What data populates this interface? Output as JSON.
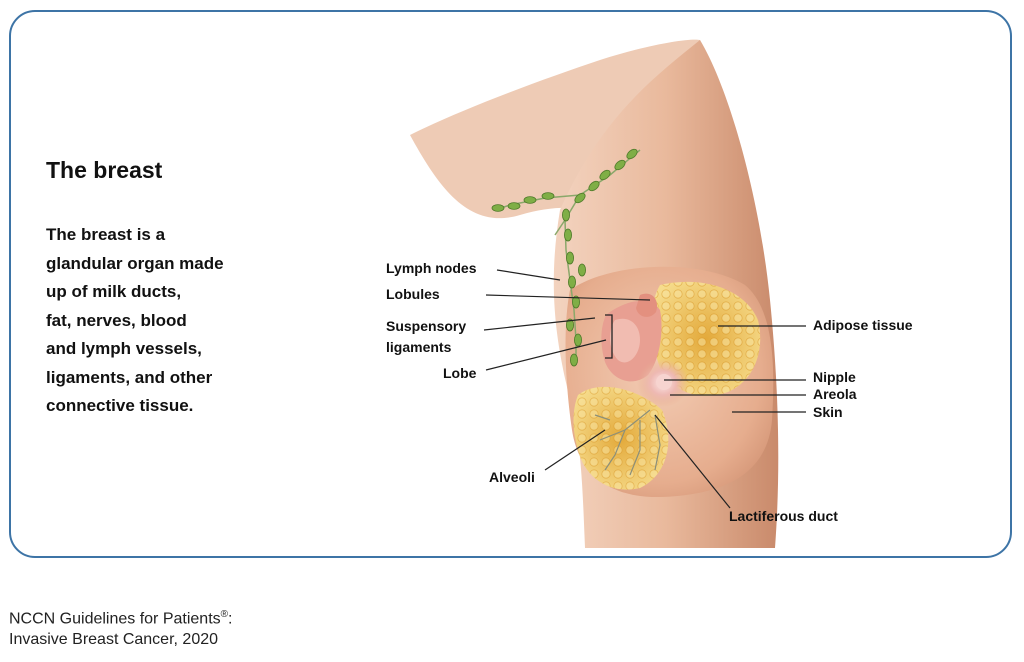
{
  "panel": {
    "title": "The breast",
    "description": "The breast is a\nglandular organ made\nup of milk ducts,\nfat, nerves, blood\nand lymph vessels,\nligaments, and other\nconnective tissue."
  },
  "labels": {
    "lymph_nodes": "Lymph nodes",
    "lobules": "Lobules",
    "suspensory_ligaments": "Suspensory\nligaments",
    "lobe": "Lobe",
    "alveoli": "Alveoli",
    "adipose_tissue": "Adipose tissue",
    "nipple": "Nipple",
    "areola": "Areola",
    "skin": "Skin",
    "lactiferous_duct": "Lactiferous duct"
  },
  "footer": {
    "line1_main": "NCCN Guidelines for Patients",
    "line1_mark": "®",
    "line1_end": ":",
    "line2": "Invasive Breast Cancer, 2020"
  },
  "colors": {
    "border": "#3d74a6",
    "skin": "#e7b496",
    "skin_dark": "#c98a6b",
    "adipose": "#eecb62",
    "lymph_node": "#7fae46"
  }
}
